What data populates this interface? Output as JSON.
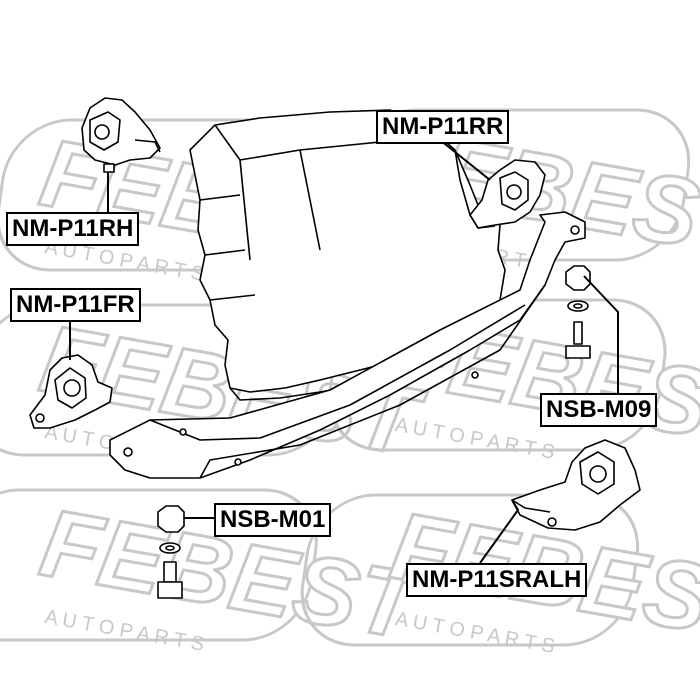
{
  "watermark": {
    "brand": "FEBEST",
    "sub": "A U T O P A R T S",
    "color": "#c8c8c8"
  },
  "parts": [
    {
      "id": "nm-p11rh",
      "label": "NM-P11RH"
    },
    {
      "id": "nm-p11rr",
      "label": "NM-P11RR"
    },
    {
      "id": "nm-p11fr",
      "label": "NM-P11FR"
    },
    {
      "id": "nsb-m09",
      "label": "NSB-M09"
    },
    {
      "id": "nsb-m01",
      "label": "NSB-M01"
    },
    {
      "id": "nm-p11sralh",
      "label": "NM-P11SRALH"
    }
  ],
  "line_color": "#000000"
}
